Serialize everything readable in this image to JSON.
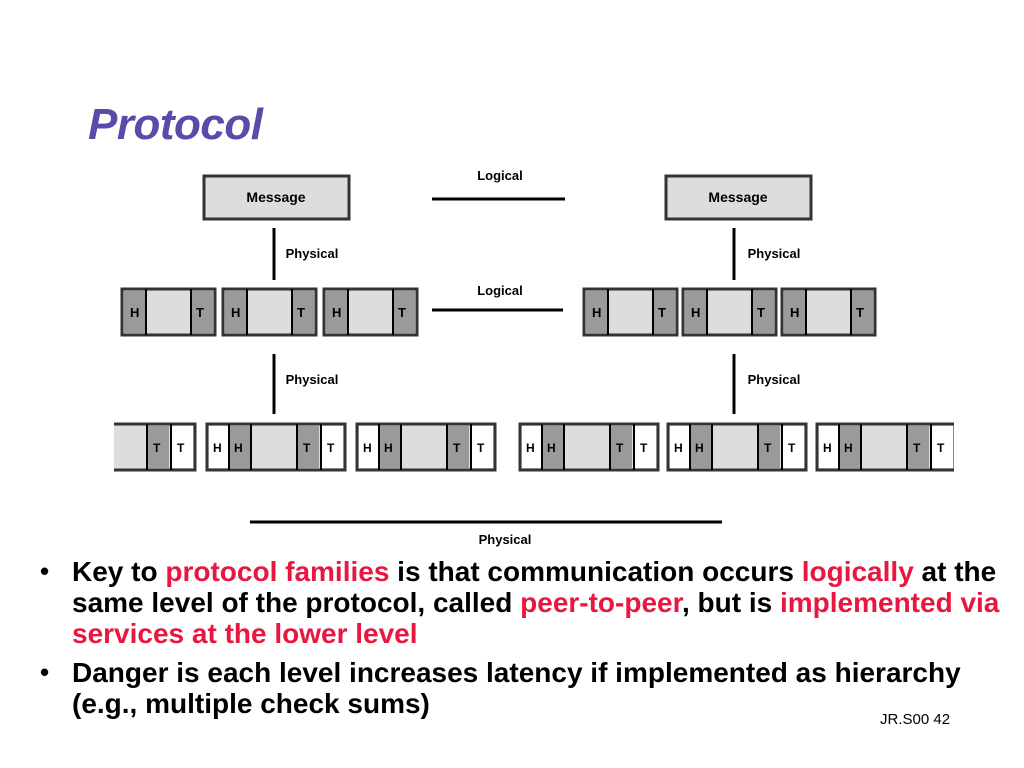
{
  "slide": {
    "title": "Protocol",
    "footer": "JR.S00 42"
  },
  "diagram": {
    "message_label": "Message",
    "header_label": "H",
    "trailer_label": "T",
    "logical_label": "Logical",
    "physical_label": "Physical"
  },
  "bullets": [
    {
      "segments": [
        {
          "text": "Key to ",
          "highlight": false
        },
        {
          "text": "protocol families",
          "highlight": true
        },
        {
          "text": " is that communication occurs ",
          "highlight": false
        },
        {
          "text": "logically",
          "highlight": true
        },
        {
          "text": " at the same level of the protocol, called ",
          "highlight": false
        },
        {
          "text": "peer-to-peer",
          "highlight": true
        },
        {
          "text": ", but is ",
          "highlight": false
        },
        {
          "text": "implemented via services at the lower level",
          "highlight": true
        }
      ]
    },
    {
      "segments": [
        {
          "text": "Danger is each level increases latency if implemented as hierarchy (e.g., multiple check sums)",
          "highlight": false
        }
      ]
    }
  ],
  "colors": {
    "title": "#5b4aa8",
    "highlight": "#e8173f",
    "box_fill": "#dddddd",
    "box_dark": "#9a9a9a",
    "line": "#000000"
  }
}
